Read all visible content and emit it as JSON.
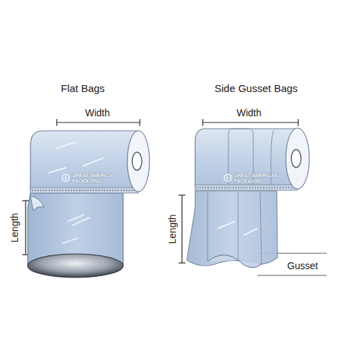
{
  "diagram": {
    "labels": [
      "Flat Bags",
      "Side Gusset Bags",
      "Width",
      "Width",
      "Length",
      "Length",
      "Gusset",
      "GREAT AMERICAN PACKAGING",
      "GREAT AMERICAN PACKAGING"
    ]
  }
}
